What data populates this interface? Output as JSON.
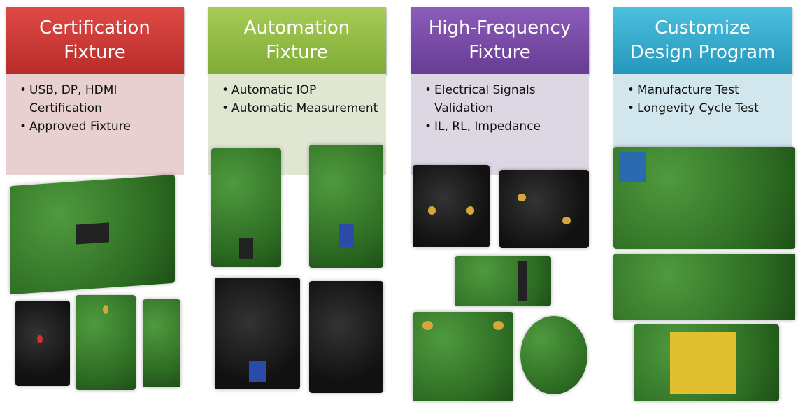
{
  "columns": [
    {
      "title_line1": "Certification",
      "title_line2": "Fixture",
      "bullets": [
        "USB, DP, HDMI Certification",
        "Approved Fixture"
      ],
      "header_color": "#c93a36",
      "body_color": "#e7d0cf"
    },
    {
      "title_line1": "Automation",
      "title_line2": "Fixture",
      "bullets": [
        "Automatic IOP",
        "Automatic Measurement"
      ],
      "header_color": "#93bd45",
      "body_color": "#dfe6d2"
    },
    {
      "title_line1": "High-Frequency",
      "title_line2": "Fixture",
      "bullets": [
        "Electrical Signals Validation",
        "IL, RL, Impedance"
      ],
      "header_color": "#7a4ca6",
      "body_color": "#ddd7e4"
    },
    {
      "title_line1": "Customize",
      "title_line2": "Design Program",
      "bullets": [
        "Manufacture Test",
        "Longevity Cycle Test"
      ],
      "header_color": "#34aed0",
      "body_color": "#d2e6ee"
    }
  ]
}
